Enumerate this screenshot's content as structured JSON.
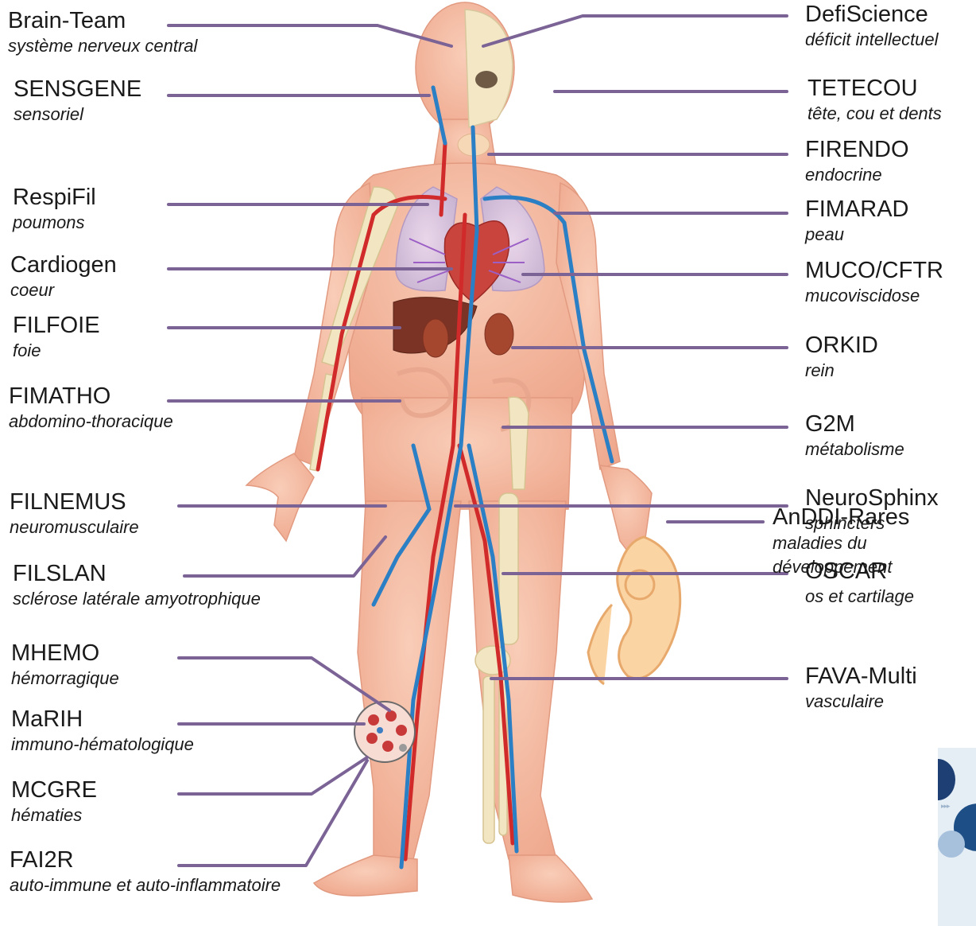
{
  "diagram": {
    "line_color": "#7b6396",
    "skin_color": "#f3b9a2",
    "artery_color": "#d12a2a",
    "vein_color": "#2b7fc4",
    "bone_color": "#f2e6c2"
  },
  "labels": {
    "brain_team": {
      "name": "Brain-Team",
      "desc": "système nerveux central"
    },
    "sensgene": {
      "name": "SENSGENE",
      "desc": "sensoriel"
    },
    "respifil": {
      "name": "RespiFil",
      "desc": "poumons"
    },
    "cardiogen": {
      "name": "Cardiogen",
      "desc": "coeur"
    },
    "filfoie": {
      "name": "FILFOIE",
      "desc": "foie"
    },
    "fimatho": {
      "name": "FIMATHO",
      "desc": "abdomino-thoracique"
    },
    "filnemus": {
      "name": "FILNEMUS",
      "desc": "neuromusculaire"
    },
    "filslan": {
      "name": "FILSLAN",
      "desc": "sclérose latérale amyotrophique"
    },
    "mhemo": {
      "name": "MHEMO",
      "desc": "hémorragique"
    },
    "marih": {
      "name": "MaRIH",
      "desc": "immuno-hématologique"
    },
    "mcgre": {
      "name": "MCGRE",
      "desc": "hématies"
    },
    "fai2r": {
      "name": "FAI2R",
      "desc": "auto-immune et auto-inflammatoire"
    },
    "defiscience": {
      "name": "DefiScience",
      "desc": "déficit intellectuel"
    },
    "tetecou": {
      "name": "TETECOU",
      "desc": "tête, cou et dents"
    },
    "firendo": {
      "name": "FIRENDO",
      "desc": "endocrine"
    },
    "fimarad": {
      "name": "FIMARAD",
      "desc": "peau"
    },
    "muco_cftr": {
      "name": "MUCO/CFTR",
      "desc": "mucoviscidose"
    },
    "orkid": {
      "name": "ORKID",
      "desc": "rein"
    },
    "g2m": {
      "name": "G2M",
      "desc": "métabolisme"
    },
    "neurosphinx": {
      "name": "NeuroSphinx",
      "desc": "sphincters"
    },
    "oscar": {
      "name": "OSCAR",
      "desc": "os et cartilage"
    },
    "fava_multi": {
      "name": "FAVA-Multi",
      "desc": "vasculaire"
    },
    "anddi_rares": {
      "name": "AnDDI-Rares",
      "desc1": "maladies du",
      "desc2": "développement"
    }
  }
}
